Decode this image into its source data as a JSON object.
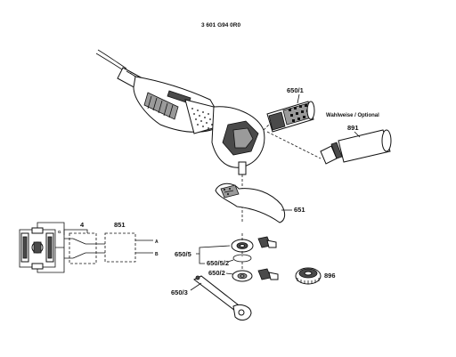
{
  "doc_number": "3 601 G94 0R0",
  "optional_note": "Wahlweise / Optional",
  "parts": {
    "p650_1": "650/1",
    "p891": "891",
    "p651": "651",
    "p650_5": "650/5",
    "p650_5_2": "650/5/2",
    "p650_2": "650/2",
    "p896": "896",
    "p650_3": "650/3",
    "p4": "4",
    "p851": "851"
  },
  "wiring": {
    "terminal_a": "A",
    "terminal_b": "B",
    "terminal_g": "G"
  },
  "colors": {
    "ink": "#111111",
    "shade": "#4a4a4a",
    "paper": "#ffffff"
  }
}
